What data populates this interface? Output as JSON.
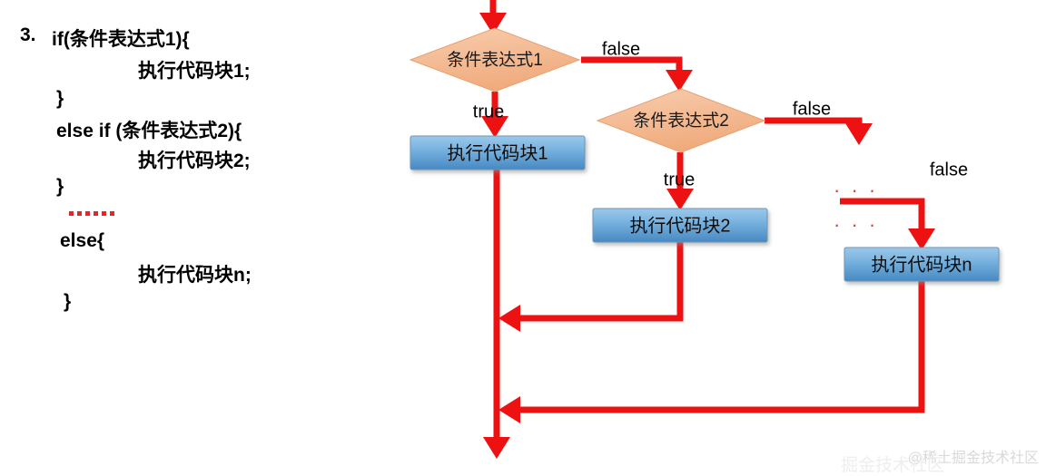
{
  "code_block": {
    "number": "3.",
    "lines": [
      "if(条件表达式1){",
      "执行代码块1;",
      "}",
      "else if (条件表达式2){",
      "执行代码块2;",
      "}",
      "else{",
      "执行代码块n;",
      "}"
    ],
    "line_if": "if(条件表达式1){",
    "line_block1": "执行代码块1;",
    "line_close1": "}",
    "line_elseif": "else if (条件表达式2){",
    "line_block2": "执行代码块2;",
    "line_close2": "}",
    "line_else": "else{",
    "line_blockn": "执行代码块n;",
    "line_close3": "}",
    "ellipsis_dot_count": 6,
    "ellipsis_color": "#e8262a"
  },
  "flowchart": {
    "decision1": "条件表达式1",
    "decision2": "条件表达式2",
    "process1": "执行代码块1",
    "process2": "执行代码块2",
    "processn": "执行代码块n",
    "label_false_1": "false",
    "label_false_2": "false",
    "label_false_3": "false",
    "label_true_1": "true",
    "label_true_2": "true",
    "ellipsis_row1": "· · ·",
    "ellipsis_row2": "· · ·",
    "colors": {
      "arrow": "#ee1111",
      "decision_fill": "#f5bb95",
      "decision_stroke": "#e07b3c",
      "process_fill_top": "#8fc0e8",
      "process_fill_bottom": "#4a8dc4",
      "process_stroke": "#6f95b5",
      "dots": "#e03a3a"
    }
  },
  "watermark": {
    "text": "@稀土掘金技术社区",
    "ghost_text": "掘金技术社区"
  }
}
